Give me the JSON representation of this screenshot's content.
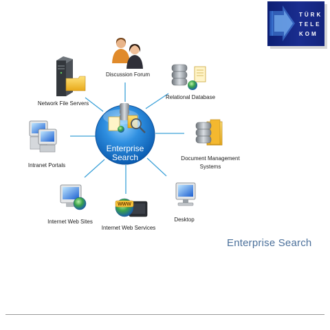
{
  "center": {
    "line1": "Enterprise",
    "line2": "Search"
  },
  "nodes": {
    "discussion_forum": "Discussion Forum",
    "relational_database": "Relational Database",
    "document_management_1": "Document Management",
    "document_management_2": "Systems",
    "desktop": "Desktop",
    "internet_web_services": "Internet Web Services",
    "internet_web_sites": "Internet Web Sites",
    "intranet_portals": "Intranet Portals",
    "network_file_servers": "Network File Servers"
  },
  "footer": {
    "title": "Enterprise Search"
  },
  "logo": {
    "line1": "TÜRK",
    "line2": "TELE",
    "line3": "KOM"
  },
  "colors": {
    "accent": "#1e7fd0",
    "spoke": "#3aa0d8",
    "footer_title": "#4a6f9a",
    "logo_bg": "#0c1e73"
  },
  "icons": [
    "people-icon",
    "database-icon",
    "file-cabinet-icon",
    "monitor-icon",
    "www-globe-icon",
    "globe-monitor-icon",
    "dual-monitor-icon",
    "server-icon",
    "search-magnifier-icon"
  ]
}
